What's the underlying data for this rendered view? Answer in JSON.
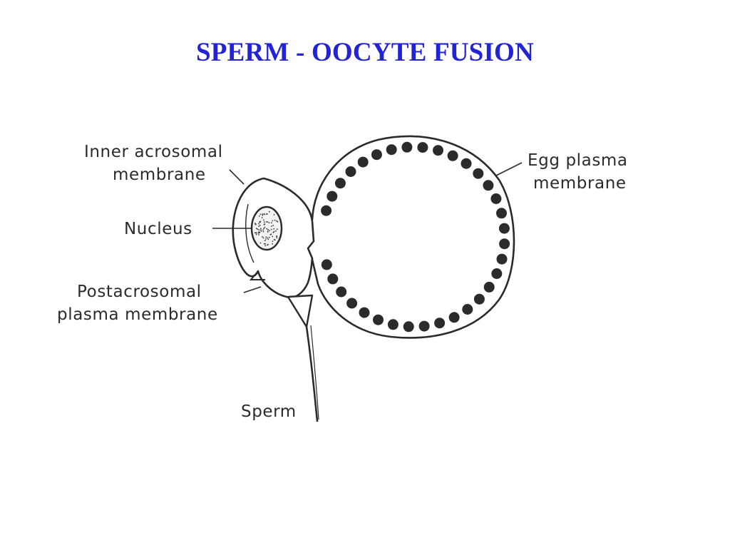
{
  "slide": {
    "title": "SPERM - OOCYTE FUSION"
  },
  "diagram": {
    "labels": {
      "inner_acrosomal_line1": "Inner acrosomal",
      "inner_acrosomal_line2": "membrane",
      "nucleus": "Nucleus",
      "postacrosomal_line1": "Postacrosomal",
      "postacrosomal_line2": "plasma membrane",
      "egg_plasma_line1": "Egg plasma",
      "egg_plasma_line2": "membrane",
      "sperm": "Sperm"
    },
    "colors": {
      "title": "#2323d6",
      "ink": "#2b2b2b"
    }
  }
}
